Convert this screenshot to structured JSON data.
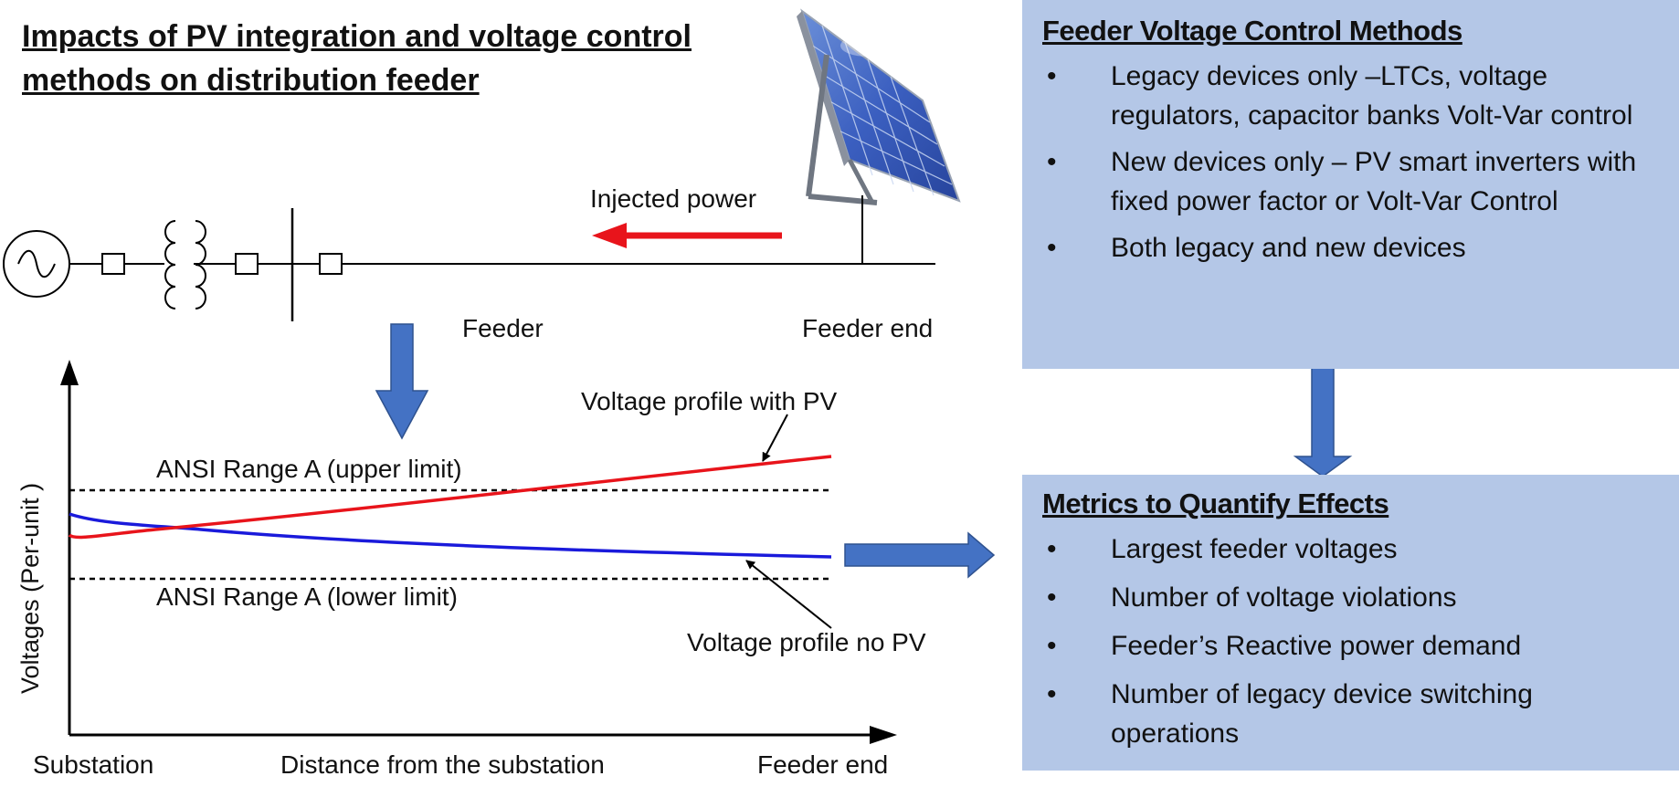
{
  "title": {
    "line1": "Impacts of PV integration and voltage control",
    "line2": "methods on distribution feeder"
  },
  "circuit": {
    "injected_power": "Injected power",
    "feeder": "Feeder",
    "feeder_end": "Feeder end"
  },
  "chart_data": {
    "type": "line",
    "title": "",
    "ylabel": "Voltages (Per-unit )",
    "xlabel": "Distance from the substation",
    "x_tick_labels": [
      "Substation",
      "Feeder end"
    ],
    "reference_lines": [
      {
        "name": "ANSI Range A (upper limit)",
        "style": "dashed",
        "color": "#000000"
      },
      {
        "name": "ANSI Range A (lower limit)",
        "style": "dashed",
        "color": "#000000"
      }
    ],
    "series": [
      {
        "name": "Voltage profile with PV",
        "color": "#e8141b",
        "trend": "rising above upper limit toward feeder end"
      },
      {
        "name": "Voltage profile no PV",
        "color": "#1a1adb",
        "trend": "declining toward feeder end"
      }
    ],
    "grid": false
  },
  "control_methods": {
    "heading": "Feeder Voltage Control Methods",
    "items": [
      "Legacy devices only –LTCs, voltage regulators, capacitor banks Volt-Var control",
      "New devices only – PV smart inverters with fixed power factor or Volt-Var Control",
      "Both legacy and new devices"
    ]
  },
  "metrics": {
    "heading": "Metrics to  Quantify Effects",
    "items": [
      "Largest feeder voltages",
      "Number of voltage violations",
      "Feeder’s Reactive power demand",
      "Number of legacy device switching operations"
    ]
  },
  "colors": {
    "panel_bg": "#b4c7e7",
    "arrow_blue": "#4472c4",
    "pv_red": "#e8141b",
    "nopv_blue": "#1a1adb"
  }
}
